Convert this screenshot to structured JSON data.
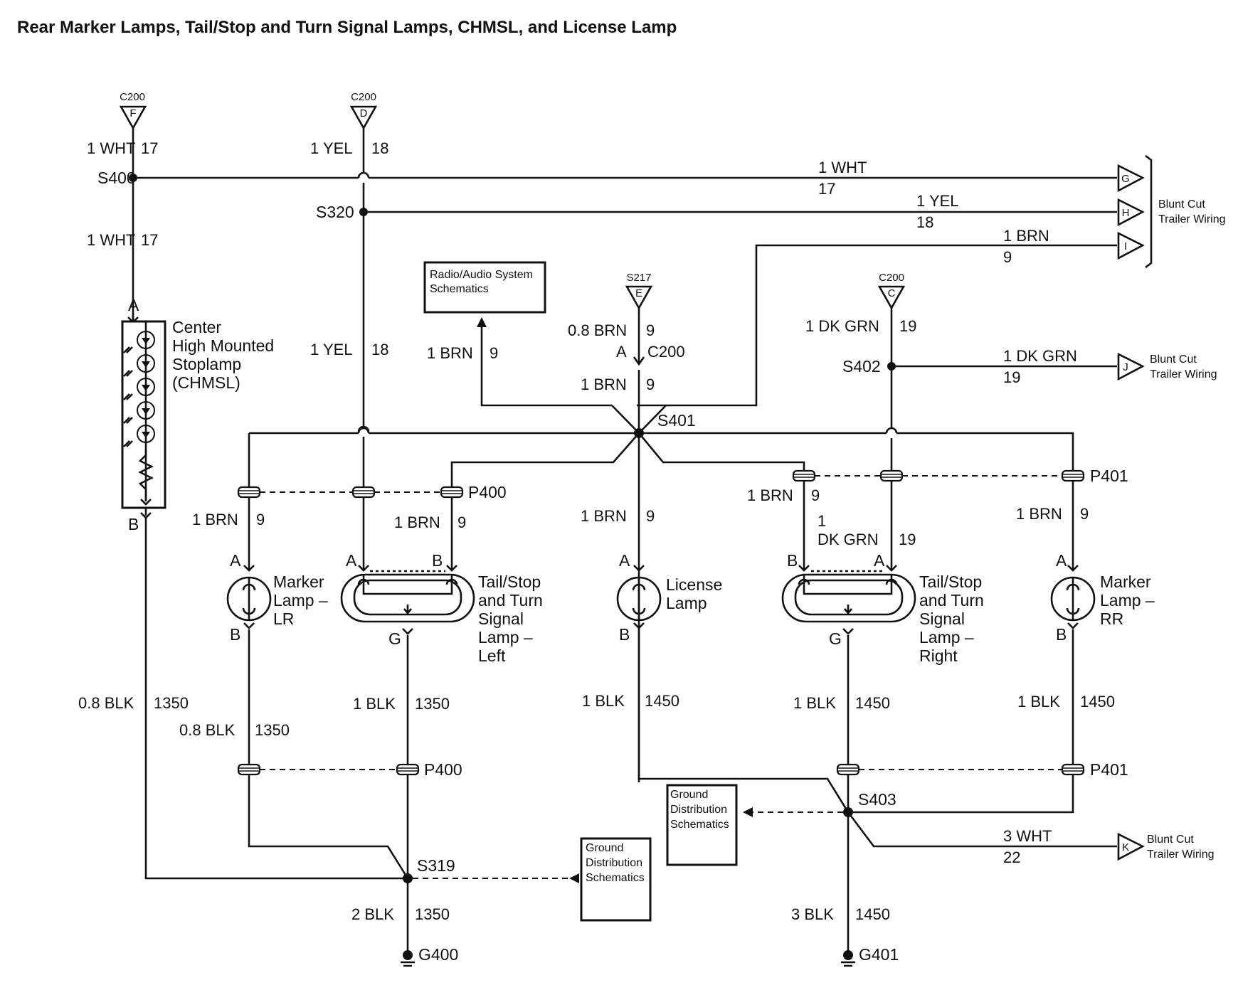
{
  "title": "Rear Marker Lamps, Tail/Stop and Turn Signal Lamps, CHMSL, and License Lamp",
  "connectors": {
    "c200_f": {
      "name": "C200",
      "pin": "F"
    },
    "c200_d": {
      "name": "C200",
      "pin": "D"
    },
    "s217_e": {
      "name": "S217",
      "pin": "E"
    },
    "c200_c": {
      "name": "C200",
      "pin": "C"
    },
    "c200_a": {
      "pin": "A",
      "name": "C200"
    }
  },
  "splices": {
    "s400": "S400",
    "s320": "S320",
    "s401": "S401",
    "s402": "S402",
    "s403": "S403",
    "s319": "S319",
    "p400_top": "P400",
    "p401_top": "P401",
    "p400_bot": "P400",
    "p401_bot": "P401"
  },
  "grounds": {
    "g400": "G400",
    "g401": "G401"
  },
  "trailer": {
    "g": "G",
    "h": "H",
    "i": "I",
    "j": "J",
    "k": "K",
    "blunt_cut_1": "Blunt Cut",
    "blunt_cut_2": "Trailer Wiring",
    "blunt_cut_j1": "Blunt Cut",
    "blunt_cut_j2": "Trailer Wiring",
    "blunt_cut_k1": "Blunt Cut",
    "blunt_cut_k2": "Trailer Wiring"
  },
  "wires": {
    "wht_17_a": {
      "color": "1 WHT",
      "circuit": "17"
    },
    "yel_18_a": {
      "color": "1 YEL",
      "circuit": "18"
    },
    "wht_17_b": {
      "color": "1 WHT",
      "circuit": "17"
    },
    "wht_17_run": {
      "color": "1 WHT",
      "circuit": "17"
    },
    "yel_18_run": {
      "color": "1 YEL",
      "circuit": "18"
    },
    "brn_9_run": {
      "color": "1 BRN",
      "circuit": "9"
    },
    "yel_18_b": {
      "color": "1 YEL",
      "circuit": "18"
    },
    "brn_9_radio": {
      "color": "1 BRN",
      "circuit": "9"
    },
    "brn08_9": {
      "color": "0.8 BRN",
      "circuit": "9"
    },
    "brn_9_s401": {
      "color": "1 BRN",
      "circuit": "9"
    },
    "dkgrn_19_a": {
      "color": "1 DK GRN",
      "circuit": "19"
    },
    "dkgrn_19_run": {
      "color": "1 DK GRN",
      "circuit": "19"
    },
    "brn_9_lr": {
      "color": "1 BRN",
      "circuit": "9"
    },
    "brn_9_tl": {
      "color": "1 BRN",
      "circuit": "9"
    },
    "brn_9_lic": {
      "color": "1 BRN",
      "circuit": "9"
    },
    "brn_9_tr": {
      "color": "1 BRN",
      "circuit": "9"
    },
    "dkgrn_19_b1": "1",
    "dkgrn_19_b2": {
      "color": "DK GRN",
      "circuit": "19"
    },
    "brn_9_rr": {
      "color": "1 BRN",
      "circuit": "9"
    },
    "blk08_1350_a": {
      "color": "0.8 BLK",
      "circuit": "1350"
    },
    "blk08_1350_b": {
      "color": "0.8 BLK",
      "circuit": "1350"
    },
    "blk_1350_tl": {
      "color": "1 BLK",
      "circuit": "1350"
    },
    "blk_1450_lic": {
      "color": "1 BLK",
      "circuit": "1450"
    },
    "blk_1450_tr": {
      "color": "1 BLK",
      "circuit": "1450"
    },
    "blk_1450_rr": {
      "color": "1 BLK",
      "circuit": "1450"
    },
    "wht3_22": {
      "color": "3 WHT",
      "circuit": "22"
    },
    "blk2_1350": {
      "color": "2 BLK",
      "circuit": "1350"
    },
    "blk3_1450": {
      "color": "3 BLK",
      "circuit": "1450"
    }
  },
  "components": {
    "chmsl": {
      "line1": "Center",
      "line2": "High Mounted",
      "line3": "Stoplamp",
      "line4": "(CHMSL)",
      "pin_a": "A",
      "pin_b": "B"
    },
    "marker_lr": {
      "line1": "Marker",
      "line2": "Lamp –",
      "line3": "LR",
      "pin_a": "A",
      "pin_b": "B"
    },
    "tail_left": {
      "line1": "Tail/Stop",
      "line2": "and Turn",
      "line3": "Signal",
      "line4": "Lamp –",
      "line5": "Left",
      "pin_a": "A",
      "pin_b": "B",
      "pin_g": "G"
    },
    "license": {
      "line1": "License",
      "line2": "Lamp",
      "pin_a": "A",
      "pin_b": "B"
    },
    "tail_right": {
      "line1": "Tail/Stop",
      "line2": "and Turn",
      "line3": "Signal",
      "line4": "Lamp –",
      "line5": "Right",
      "pin_a": "A",
      "pin_b": "B",
      "pin_g": "G"
    },
    "marker_rr": {
      "line1": "Marker",
      "line2": "Lamp –",
      "line3": "RR",
      "pin_a": "A",
      "pin_b": "B"
    }
  },
  "refs": {
    "radio": {
      "line1": "Radio/Audio System",
      "line2": "Schematics"
    },
    "ground_1": {
      "line1": "Ground",
      "line2": "Distribution",
      "line3": "Schematics"
    },
    "ground_2": {
      "line1": "Ground",
      "line2": "Distribution",
      "line3": "Schematics"
    }
  }
}
